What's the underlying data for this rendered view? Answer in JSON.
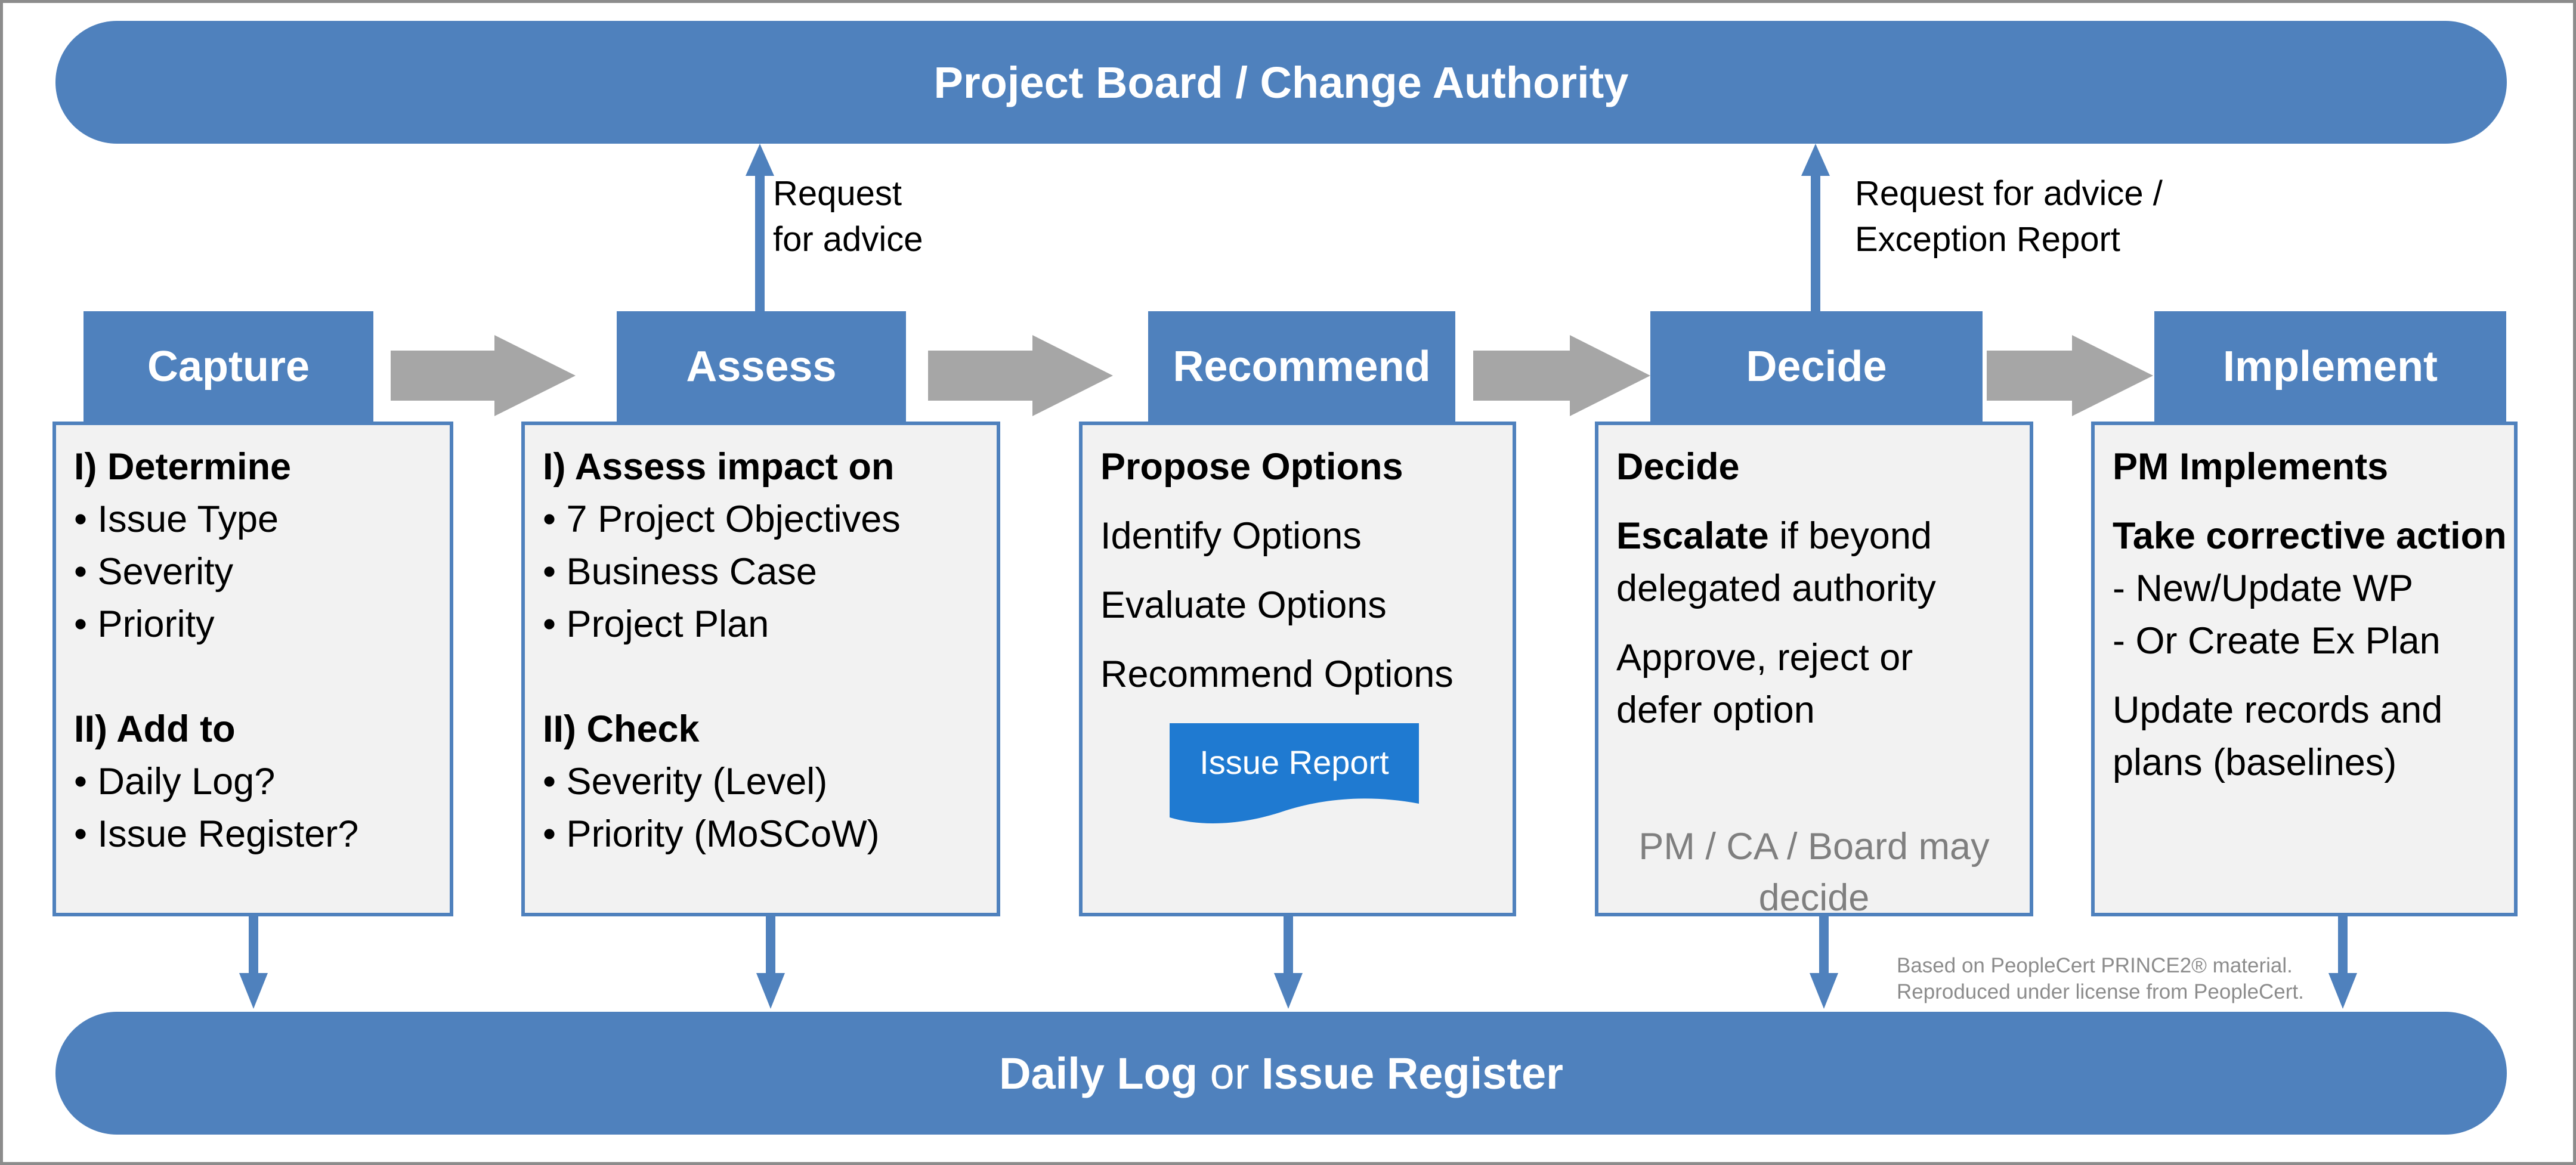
{
  "top_band": {
    "label": "Project Board / Change Authority"
  },
  "bottom_band": {
    "part1": "Daily Log",
    "part2": " or ",
    "part3": "Issue Register"
  },
  "annotations": {
    "assess_up_line1": "Request",
    "assess_up_line2": "for advice",
    "decide_up_line1": "Request for advice /",
    "decide_up_line2": "Exception Report",
    "credit_line1": "Based on PeopleCert PRINCE2® material.",
    "credit_line2": "Reproduced under license from PeopleCert."
  },
  "stages": {
    "capture": {
      "title": "Capture",
      "heading1": "I) Determine",
      "items1": [
        "• Issue Type",
        "• Severity",
        "• Priority"
      ],
      "heading2": "II) Add to",
      "items2": [
        "• Daily Log?",
        "• Issue Register?"
      ]
    },
    "assess": {
      "title": "Assess",
      "heading1": "I) Assess impact on",
      "items1": [
        "• 7 Project Objectives",
        "• Business Case",
        "• Project Plan"
      ],
      "heading2": "II) Check",
      "items2": [
        "• Severity (Level)",
        "• Priority (MoSCoW)"
      ]
    },
    "recommend": {
      "title": "Recommend",
      "heading": "Propose Options",
      "items": [
        "Identify Options",
        "Evaluate  Options",
        "Recommend Options"
      ],
      "document_label": "Issue Report"
    },
    "decide": {
      "title": "Decide",
      "heading": "Decide",
      "escalate_bold": "Escalate",
      "escalate_rest": " if beyond",
      "escalate_line2": "delegated authority",
      "approve_line1": "Approve, reject or",
      "approve_line2": "defer option",
      "note": "PM / CA / Board may decide"
    },
    "implement": {
      "title": "Implement",
      "heading": "PM Implements",
      "subheading": "Take corrective action",
      "items": [
        "- New/Update WP",
        "- Or Create Ex Plan"
      ],
      "update_line1": "Update records and",
      "update_line2": "plans (baselines)"
    }
  },
  "colors": {
    "primary_blue": "#4f81bd",
    "document_blue": "#1f7ad1",
    "box_fill": "#f2f2f2",
    "flow_arrow_gray": "#a6a6a6",
    "muted_text": "#7f7f7f",
    "frame_border": "#8c8c8c"
  },
  "icons": {
    "flow_arrow": "gray-right-arrow",
    "vertical_arrow": "blue-arrow",
    "document": "document-shape"
  }
}
